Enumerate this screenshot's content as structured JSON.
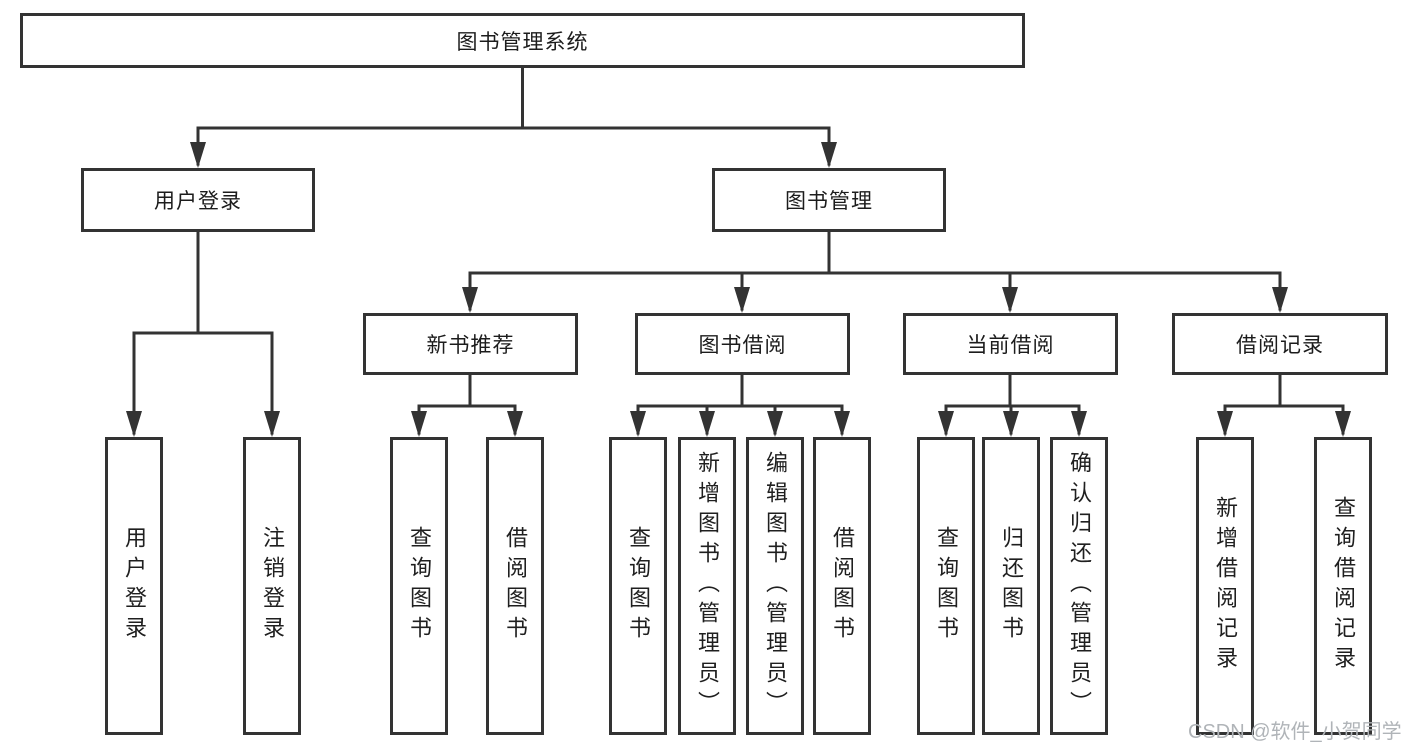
{
  "diagram": {
    "root": {
      "label": "图书管理系统"
    },
    "level2": [
      {
        "label": "用户登录"
      },
      {
        "label": "图书管理"
      }
    ],
    "level3": [
      {
        "label": "新书推荐",
        "parent": "图书管理"
      },
      {
        "label": "图书借阅",
        "parent": "图书管理"
      },
      {
        "label": "当前借阅",
        "parent": "图书管理"
      },
      {
        "label": "借阅记录",
        "parent": "图书管理"
      }
    ],
    "leaves": [
      {
        "label": "用户登录",
        "parent": "用户登录"
      },
      {
        "label": "注销登录",
        "parent": "用户登录"
      },
      {
        "label": "查询图书",
        "parent": "新书推荐"
      },
      {
        "label": "借阅图书",
        "parent": "新书推荐"
      },
      {
        "label": "查询图书",
        "parent": "图书借阅"
      },
      {
        "label": "新增图书（管理员）",
        "parent": "图书借阅"
      },
      {
        "label": "编辑图书（管理员）",
        "parent": "图书借阅"
      },
      {
        "label": "借阅图书",
        "parent": "图书借阅"
      },
      {
        "label": "查询图书",
        "parent": "当前借阅"
      },
      {
        "label": "归还图书",
        "parent": "当前借阅"
      },
      {
        "label": "确认归还（管理员）",
        "parent": "当前借阅"
      },
      {
        "label": "新增借阅记录",
        "parent": "借阅记录"
      },
      {
        "label": "查询借阅记录",
        "parent": "借阅记录"
      }
    ],
    "watermark": "CSDN @软件_小贺同学",
    "colors": {
      "line": "#333333",
      "box_border": "#333333",
      "text": "#1c1c1c",
      "watermark": "#b0b4b8",
      "background": "#ffffff"
    }
  }
}
